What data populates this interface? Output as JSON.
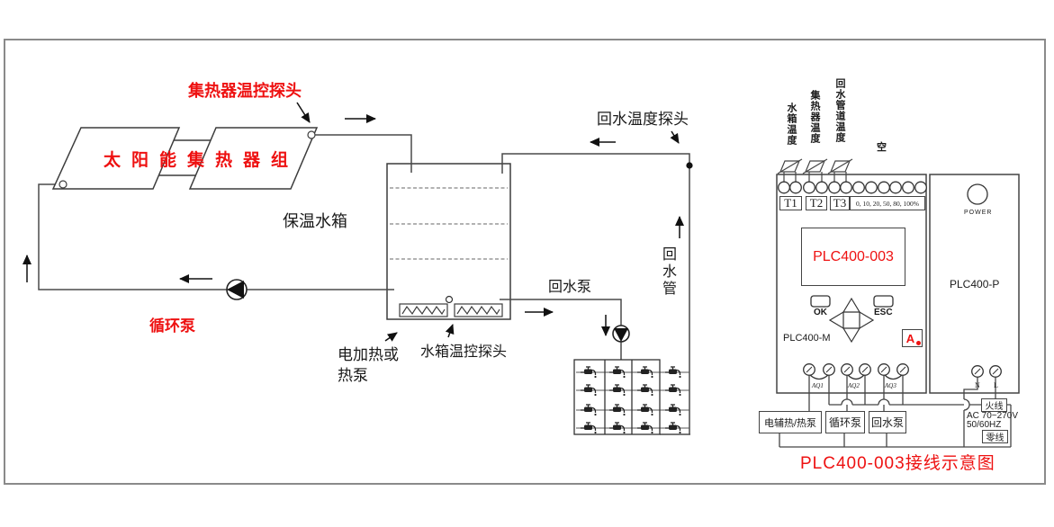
{
  "labels": {
    "collector_probe": "集热器温控探头",
    "collector": "太阳能集热器组",
    "tank": "保温水箱",
    "circulation_pump": "循环泵",
    "aux_heater": "电加热或\n热泵",
    "tank_probe": "水箱温控探头",
    "return_probe": "回水温度探头",
    "return_pump": "回水泵",
    "return_pipe": "回水管"
  },
  "plc": {
    "input_labels": [
      "水箱温度",
      "集热器温度",
      "回水管道温度"
    ],
    "spare_label": "空",
    "input_terminals": [
      "T1",
      "T2",
      "T3"
    ],
    "scale": "0, 10, 20, 50, 80, 100%",
    "display": "PLC400-003",
    "ok": "OK",
    "esc": "ESC",
    "module_main": "PLC400-M",
    "tag_a": "A",
    "module_power": "PLC400-P",
    "power": "POWER",
    "output_labels": [
      "AQ1",
      "AQ2",
      "AQ3"
    ],
    "loads": [
      "电辅热/热泵",
      "循环泵",
      "回水泵"
    ],
    "live": "火线",
    "neutral": "零线",
    "ac_rating": "AC 70~270V\n50/60HZ",
    "n": "N",
    "l": "L"
  },
  "caption": "PLC400-003接线示意图",
  "colors": {
    "accent_red": "#ee1111",
    "line": "#444444",
    "frame": "#8a8a8a"
  }
}
